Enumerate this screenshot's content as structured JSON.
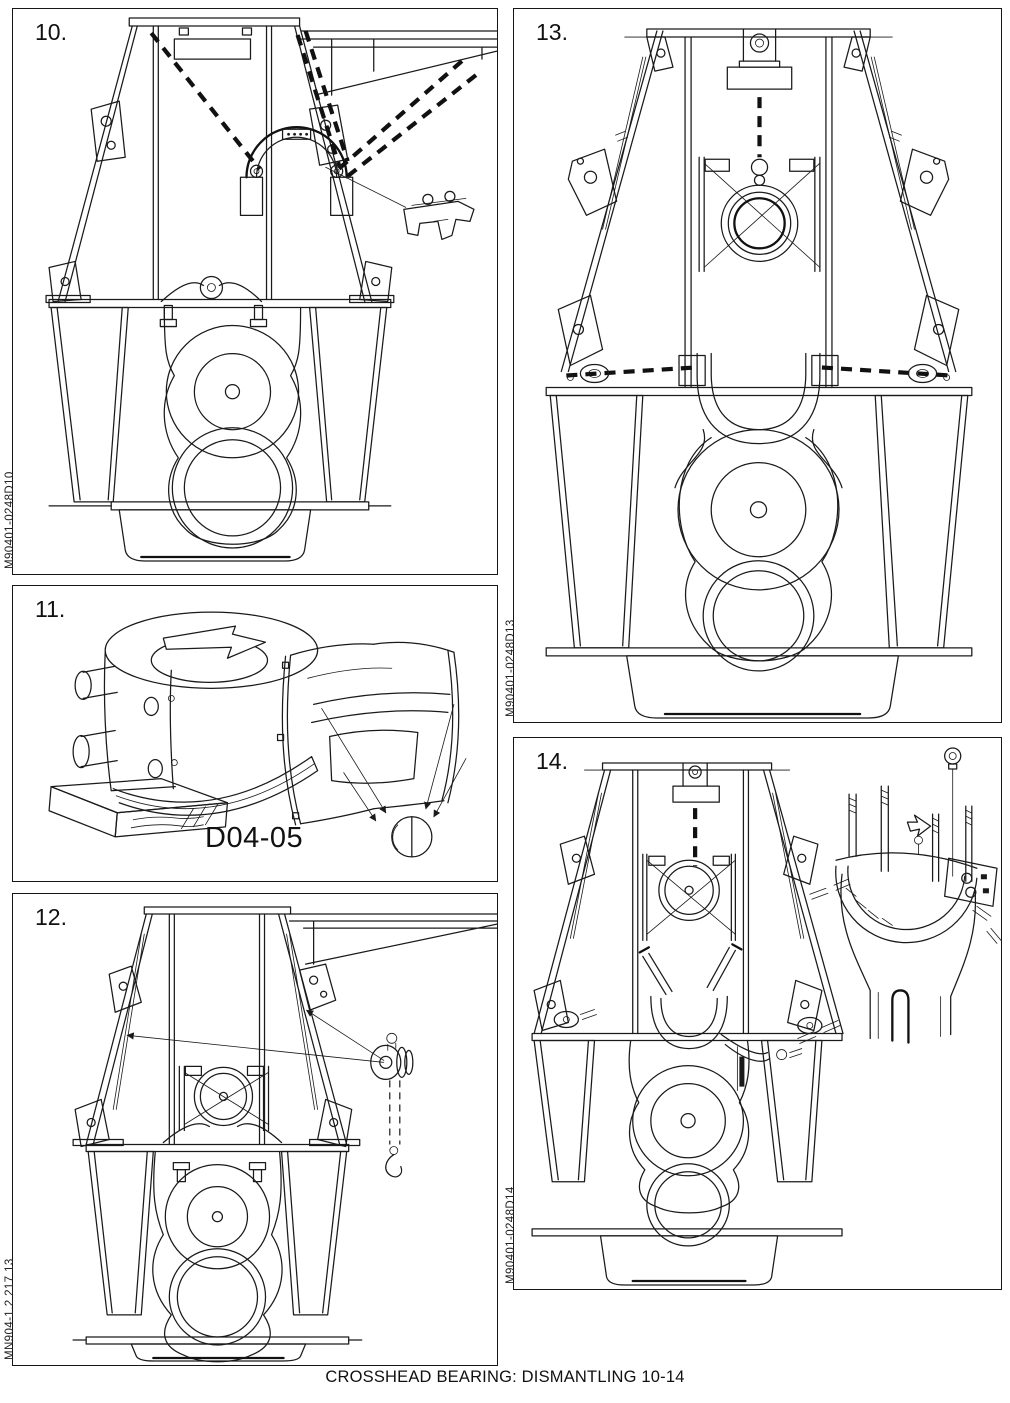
{
  "page": {
    "caption": "CROSSHEAD BEARING: DISMANTLING 10-14",
    "background_color": "#ffffff",
    "line_color": "#1a1a1a"
  },
  "panels": [
    {
      "id": "10",
      "number": "10.",
      "figure_code": "M90401-0248D10",
      "description": "engine-frame-front-view-with-sling-lines-and-bearing-cap-lifting-tool"
    },
    {
      "id": "11",
      "number": "11.",
      "tool_label": "D04-05",
      "description": "bearing-cap-tool-on-wooden-block-with-shell-halves-and-plug"
    },
    {
      "id": "12",
      "number": "12.",
      "figure_code": "MN904-1.2 217 13",
      "description": "engine-frame-front-view-with-chain-hoist-attachment-points"
    },
    {
      "id": "13",
      "number": "13.",
      "figure_code": "M90401-0248D13",
      "description": "engine-frame-side-view-with-vertical-lift-line-and-side-slings"
    },
    {
      "id": "14",
      "number": "14.",
      "figure_code": "M90401-0248D14",
      "description": "engine-frame-side-view-with-connecting-rod-fork-and-stud-detail"
    }
  ]
}
